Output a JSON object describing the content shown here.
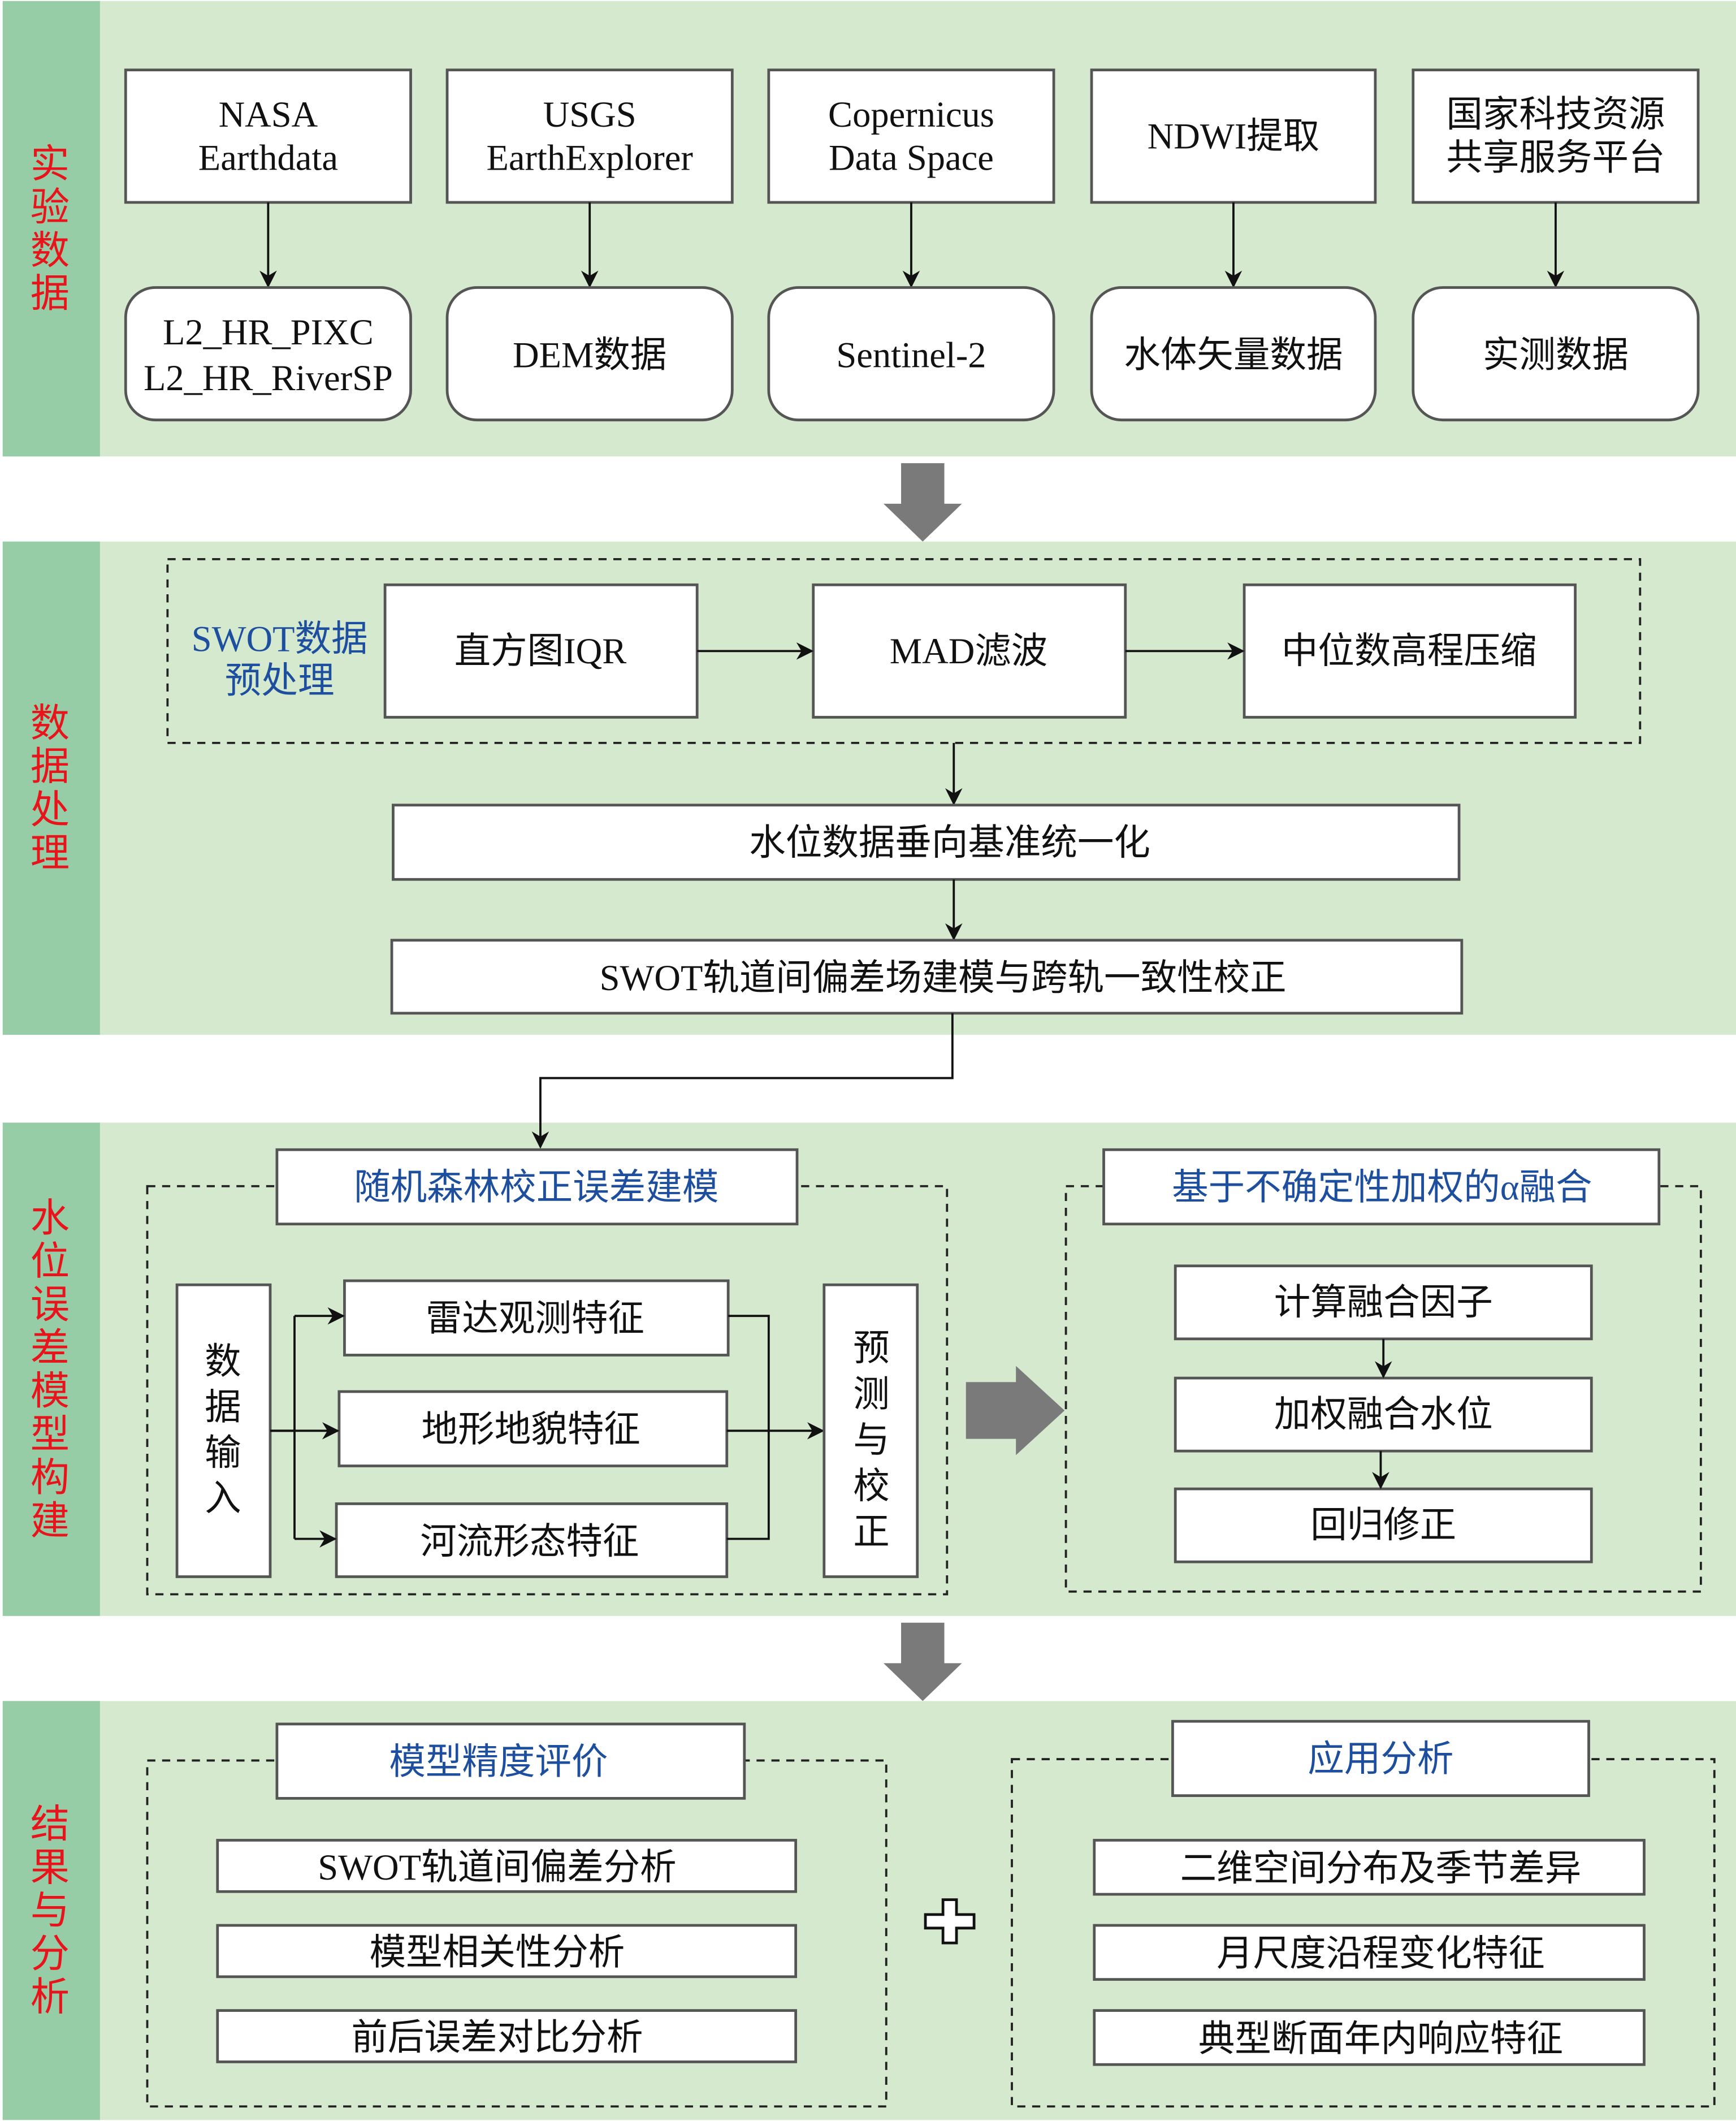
{
  "colors": {
    "band": "#d5e9cf",
    "side": "#97cda6",
    "section_label": "#e8141b",
    "heading_blue": "#1e4f9e",
    "big_arrow": "#7a7a7a"
  },
  "sections": [
    {
      "label": [
        "实",
        "验",
        "数",
        "据"
      ]
    },
    {
      "label": [
        "数",
        "据",
        "处",
        "理"
      ]
    },
    {
      "label": [
        "水",
        "位",
        "误",
        "差",
        "模",
        "型",
        "构",
        "建"
      ]
    },
    {
      "label": [
        "结",
        "果",
        "与",
        "分",
        "析"
      ]
    }
  ],
  "data_sources": [
    {
      "source": [
        "NASA",
        "Earthdata"
      ],
      "product": [
        "L2_HR_PIXC",
        "L2_HR_RiverSP"
      ]
    },
    {
      "source": [
        "USGS",
        "EarthExplorer"
      ],
      "product": [
        "DEM数据"
      ]
    },
    {
      "source": [
        "Copernicus",
        "Data Space"
      ],
      "product": [
        "Sentinel-2"
      ]
    },
    {
      "source": [
        "NDWI提取"
      ],
      "product": [
        "水体矢量数据"
      ]
    },
    {
      "source": [
        "国家科技资源",
        "共享服务平台"
      ],
      "product": [
        "实测数据"
      ]
    }
  ],
  "processing": {
    "group_label": [
      "SWOT数据",
      "预处理"
    ],
    "steps": [
      "直方图IQR",
      "MAD滤波",
      "中位数高程压缩"
    ],
    "datum": "水位数据垂向基准统一化",
    "crosstrack": "SWOT轨道间偏差场建模与跨轨一致性校正"
  },
  "model": {
    "rf_title": "随机森林校正误差建模",
    "input": [
      "数",
      "据",
      "输",
      "入"
    ],
    "features": [
      "雷达观测特征",
      "地形地貌特征",
      "河流形态特征"
    ],
    "predict": [
      "预",
      "测",
      "与",
      "校",
      "正"
    ],
    "fusion_title": "基于不确定性加权的α融合",
    "fusion_steps": [
      "计算融合因子",
      "加权融合水位",
      "回归修正"
    ]
  },
  "results": {
    "accuracy_title": "模型精度评价",
    "accuracy_items": [
      "SWOT轨道间偏差分析",
      "模型相关性分析",
      "前后误差对比分析"
    ],
    "plus": "+",
    "application_title": "应用分析",
    "application_items": [
      "二维空间分布及季节差异",
      "月尺度沿程变化特征",
      "典型断面年内响应特征"
    ]
  }
}
